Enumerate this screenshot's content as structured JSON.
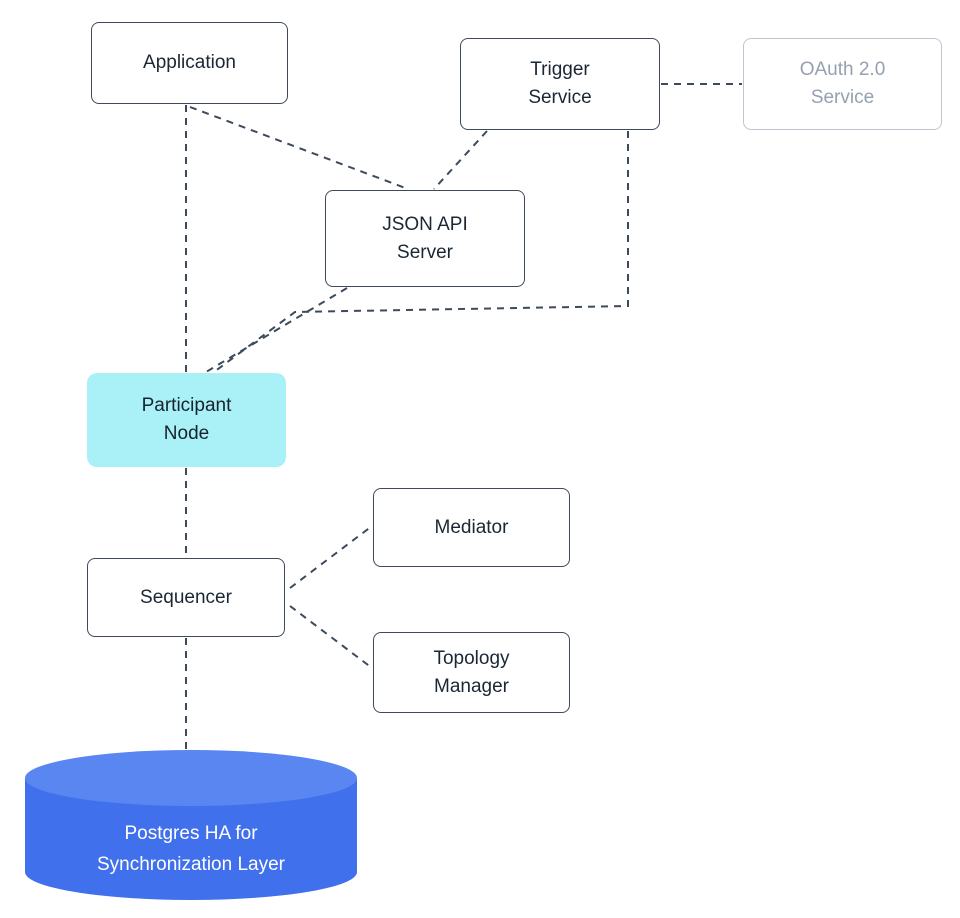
{
  "diagram": {
    "nodes": {
      "application": {
        "lines": [
          "Application",
          ""
        ]
      },
      "trigger_service": {
        "lines": [
          "Trigger",
          "Service"
        ]
      },
      "oauth_service": {
        "lines": [
          "OAuth 2.0",
          "Service"
        ]
      },
      "json_api_server": {
        "lines": [
          "JSON API",
          "Server"
        ]
      },
      "participant_node": {
        "lines": [
          "Participant",
          "Node"
        ]
      },
      "mediator": {
        "lines": [
          "Mediator",
          ""
        ]
      },
      "sequencer": {
        "lines": [
          "Sequencer",
          ""
        ]
      },
      "topology_manager": {
        "lines": [
          "Topology",
          "Manager"
        ]
      },
      "postgres_db": {
        "lines": [
          "Postgres HA for",
          "Synchronization Layer"
        ]
      }
    },
    "colors": {
      "node_border": "#3e4a5a",
      "node_text": "#1b2734",
      "muted_border": "#bcc5d0",
      "muted_text": "#95a1b0",
      "highlight_fill": "#a9f0f7",
      "connector": "#3d4a5b",
      "db_body_fill": "#4170ec",
      "db_top_fill": "#5a86f2",
      "db_text": "#ffffff"
    }
  }
}
